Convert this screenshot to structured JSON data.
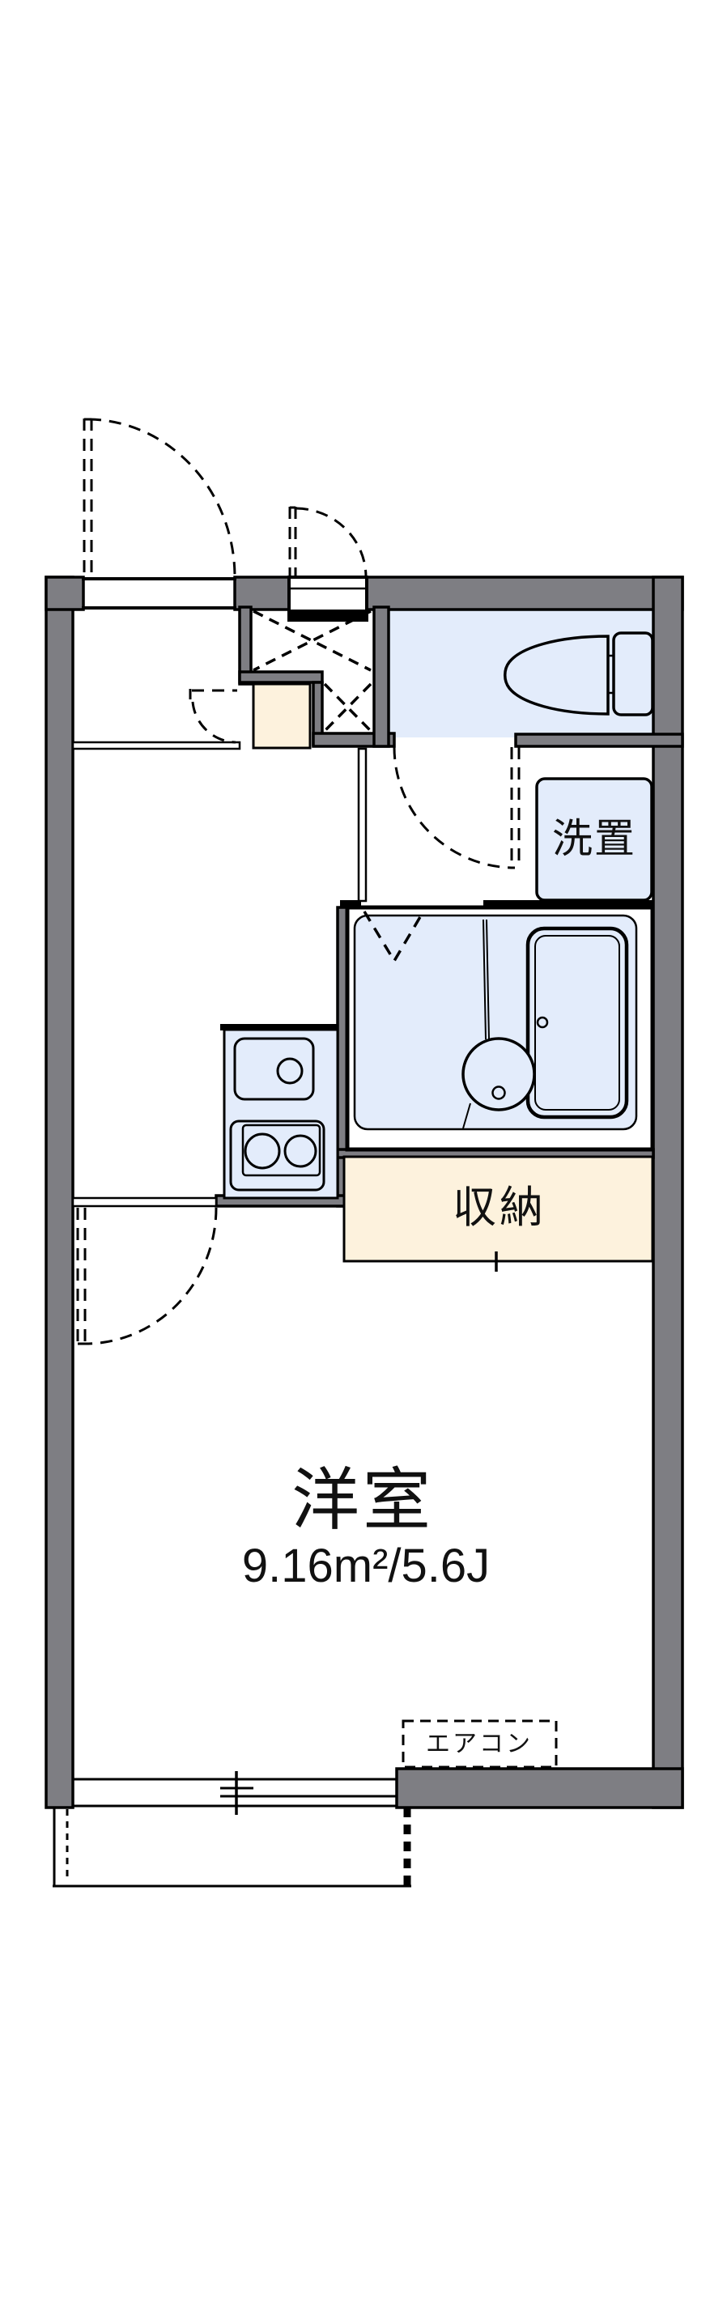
{
  "floorplan": {
    "labels": {
      "washer_space": "洗置",
      "storage": "収納",
      "room_name": "洋室",
      "room_size": "9.16m²/5.6J",
      "aircon": "エアコン"
    },
    "colors": {
      "wall_gray": "#7e7e83",
      "room_blue": "#e3ecfb",
      "accent_cream": "#fdf2dd",
      "line_black": "#000000",
      "background": "#ffffff"
    },
    "fixture_icons": [
      "toilet-icon",
      "bathtub-icon",
      "wash-basin-icon",
      "kitchen-sink-icon",
      "stove-burners-icon",
      "door-swing-arc-icon",
      "folding-bath-door-icon",
      "sliding-window-icon",
      "balcony-partition-icon",
      "entrance-cross-mark-icon"
    ]
  }
}
